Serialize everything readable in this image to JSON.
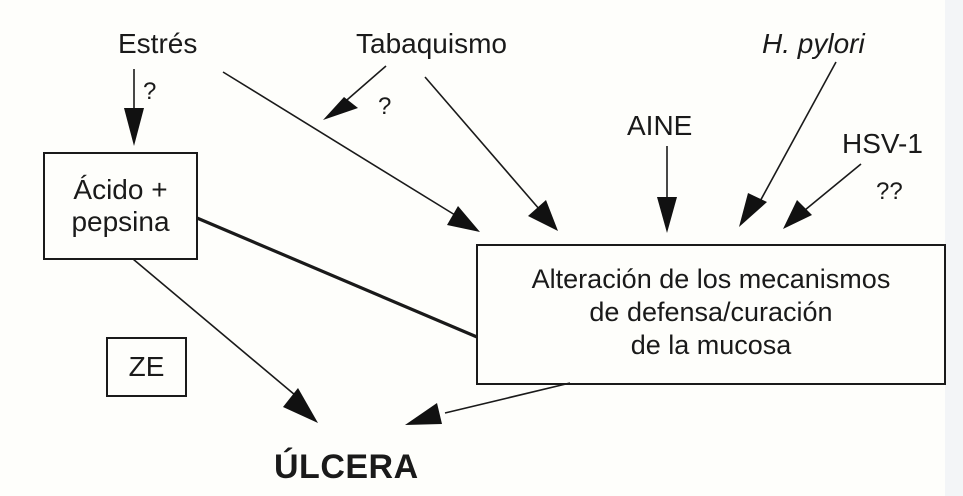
{
  "diagram": {
    "nodes": {
      "estres": "Estrés",
      "tabaquismo": "Tabaquismo",
      "h_pylori": "H. pylori",
      "aine": "AINE",
      "hsv1": "HSV-1",
      "acido_line1": "Ácido +",
      "acido_line2": "pepsina",
      "alteracion_line1": "Alteración de los mecanismos",
      "alteracion_line2": "de defensa/curación",
      "alteracion_line3": "de la mucosa",
      "ze": "ZE",
      "ulcera": "ÚLCERA"
    },
    "annotations": {
      "estres_acido": "?",
      "tabaquismo_acido": "?",
      "hsv1": "??"
    },
    "edges": [
      {
        "from": "Estrés",
        "to": "Ácido + pepsina",
        "label": "?"
      },
      {
        "from": "Estrés",
        "to": "Alteración de los mecanismos de defensa/curación de la mucosa"
      },
      {
        "from": "Tabaquismo",
        "to": "Ácido + pepsina",
        "label": "?"
      },
      {
        "from": "Tabaquismo",
        "to": "Alteración de los mecanismos de defensa/curación de la mucosa"
      },
      {
        "from": "AINE",
        "to": "Alteración de los mecanismos de defensa/curación de la mucosa"
      },
      {
        "from": "H. pylori",
        "to": "Alteración de los mecanismos de defensa/curación de la mucosa"
      },
      {
        "from": "HSV-1",
        "to": "Alteración de los mecanismos de defensa/curación de la mucosa",
        "label": "??"
      },
      {
        "from": "Ácido + pepsina",
        "to": "Alteración de los mecanismos de defensa/curación de la mucosa",
        "type": "line"
      },
      {
        "from": "Ácido + pepsina",
        "to": "ÚLCERA"
      },
      {
        "from": "Alteración de los mecanismos de defensa/curación de la mucosa",
        "to": "ÚLCERA"
      }
    ]
  }
}
